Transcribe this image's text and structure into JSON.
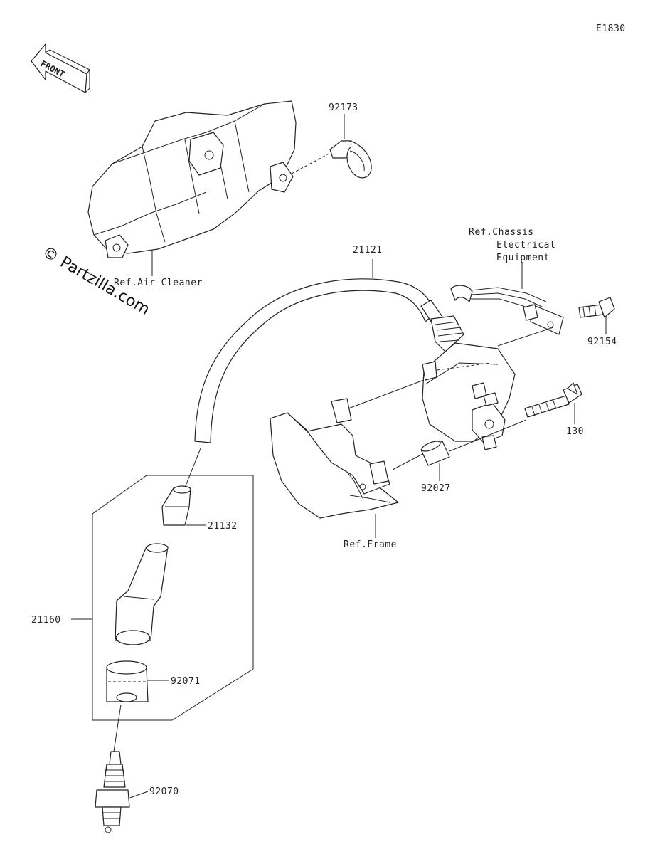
{
  "diagram_code": "E1830",
  "front_label": "FRONT",
  "watermark": "© Partzilla.com",
  "refs": {
    "air_cleaner": "Ref.Air Cleaner",
    "chassis_line1": "Ref.Chassis",
    "chassis_line2": "Electrical",
    "chassis_line3": "Equipment",
    "frame": "Ref.Frame"
  },
  "parts": {
    "p92173": "92173",
    "p21121": "21121",
    "p92154": "92154",
    "p130": "130",
    "p92027": "92027",
    "p21132": "21132",
    "p21160": "21160",
    "p92071": "92071",
    "p92070": "92070"
  }
}
